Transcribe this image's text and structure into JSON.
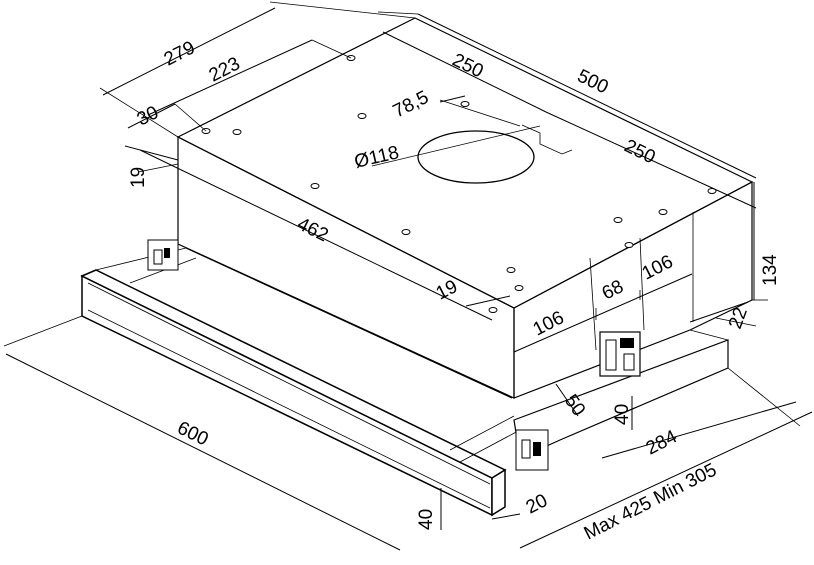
{
  "dimensions": {
    "d279": "279",
    "d223": "223",
    "d30": "30",
    "d19a": "19",
    "d250a": "250",
    "d500": "500",
    "d78": "78,5",
    "d118": "Ø118",
    "d250b": "250",
    "d462": "462",
    "d19b": "19",
    "d134": "134",
    "d106a": "106",
    "d68": "68",
    "d106b": "106",
    "d22": "22",
    "d50": "50",
    "d40a": "40",
    "d284": "284",
    "d600": "600",
    "d40b": "40",
    "d20": "20",
    "range": "Max 425 Min 305"
  }
}
